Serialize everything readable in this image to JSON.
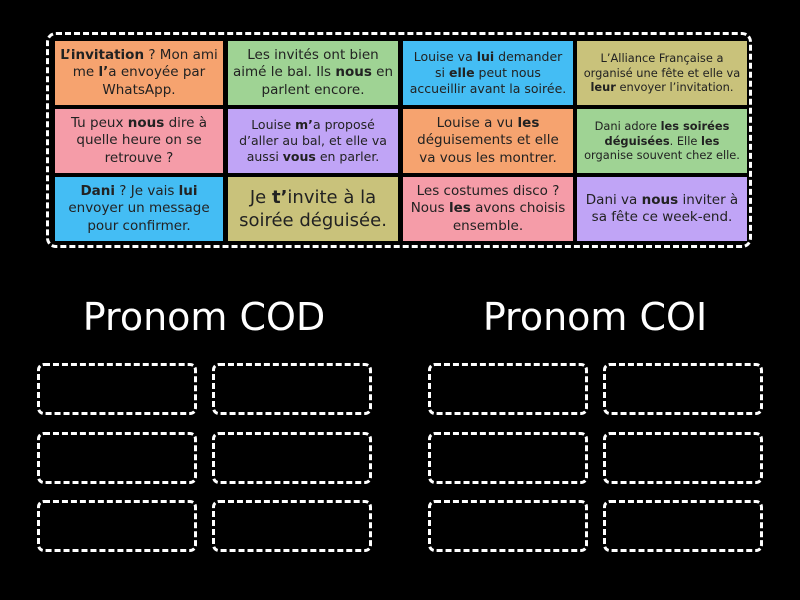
{
  "pool": {
    "cards": [
      {
        "id": "c1",
        "color": "#f6a36f",
        "html": "<b>L’invitation</b> ? Mon ami me <b>l’</b>a envoyée par WhatsApp.",
        "size": "fs14"
      },
      {
        "id": "c2",
        "color": "#9fd394",
        "html": "Les invités ont bien aimé le bal. Ils <b>nous</b> en parlent encore.",
        "size": "fs14"
      },
      {
        "id": "c3",
        "color": "#44bdf4",
        "html": "Louise va <b>lui</b> demander si <b>elle</b> peut nous accueillir avant la soirée.",
        "size": "fs13"
      },
      {
        "id": "c4",
        "color": "#c9c27b",
        "html": "L’Alliance Française a organisé une fête et elle va <b>leur</b> envoyer l’invitation.",
        "size": "fs12"
      },
      {
        "id": "c5",
        "color": "#f59ca8",
        "html": "Tu peux <b>nous</b> dire à quelle heure on se retrouve ?",
        "size": "fs14"
      },
      {
        "id": "c6",
        "color": "#c0a4f6",
        "html": "Louise <b>m’</b>a proposé d’aller au bal, et elle va aussi <b>vous</b> en parler.",
        "size": "fs13"
      },
      {
        "id": "c7",
        "color": "#f6a36f",
        "html": "Louise a vu <b>les</b> déguisements et elle va vous les montrer.",
        "size": "fs14"
      },
      {
        "id": "c8",
        "color": "#9fd394",
        "html": "Dani adore <b>les soirées déguisées</b>. Elle <b>les</b> organise souvent chez elle.",
        "size": "fs12"
      },
      {
        "id": "c9",
        "color": "#44bdf4",
        "html": "<b>Dani</b> ? Je vais <b>lui</b> envoyer un message pour confirmer.",
        "size": "fs14"
      },
      {
        "id": "c10",
        "color": "#c9c27b",
        "html": "Je <b>t’</b>invite à la soirée déguisée.",
        "size": "fs18"
      },
      {
        "id": "c11",
        "color": "#f59ca8",
        "html": "Les costumes disco ? Nous <b>les</b> avons choisis ensemble.",
        "size": "fs14"
      },
      {
        "id": "c12",
        "color": "#c0a4f6",
        "html": "Dani va <b>nous</b> inviter à sa fête ce week-end.",
        "size": "fs14"
      }
    ]
  },
  "groups": [
    {
      "title": "Pronom COD",
      "slots": 6
    },
    {
      "title": "Pronom COI",
      "slots": 6
    }
  ]
}
